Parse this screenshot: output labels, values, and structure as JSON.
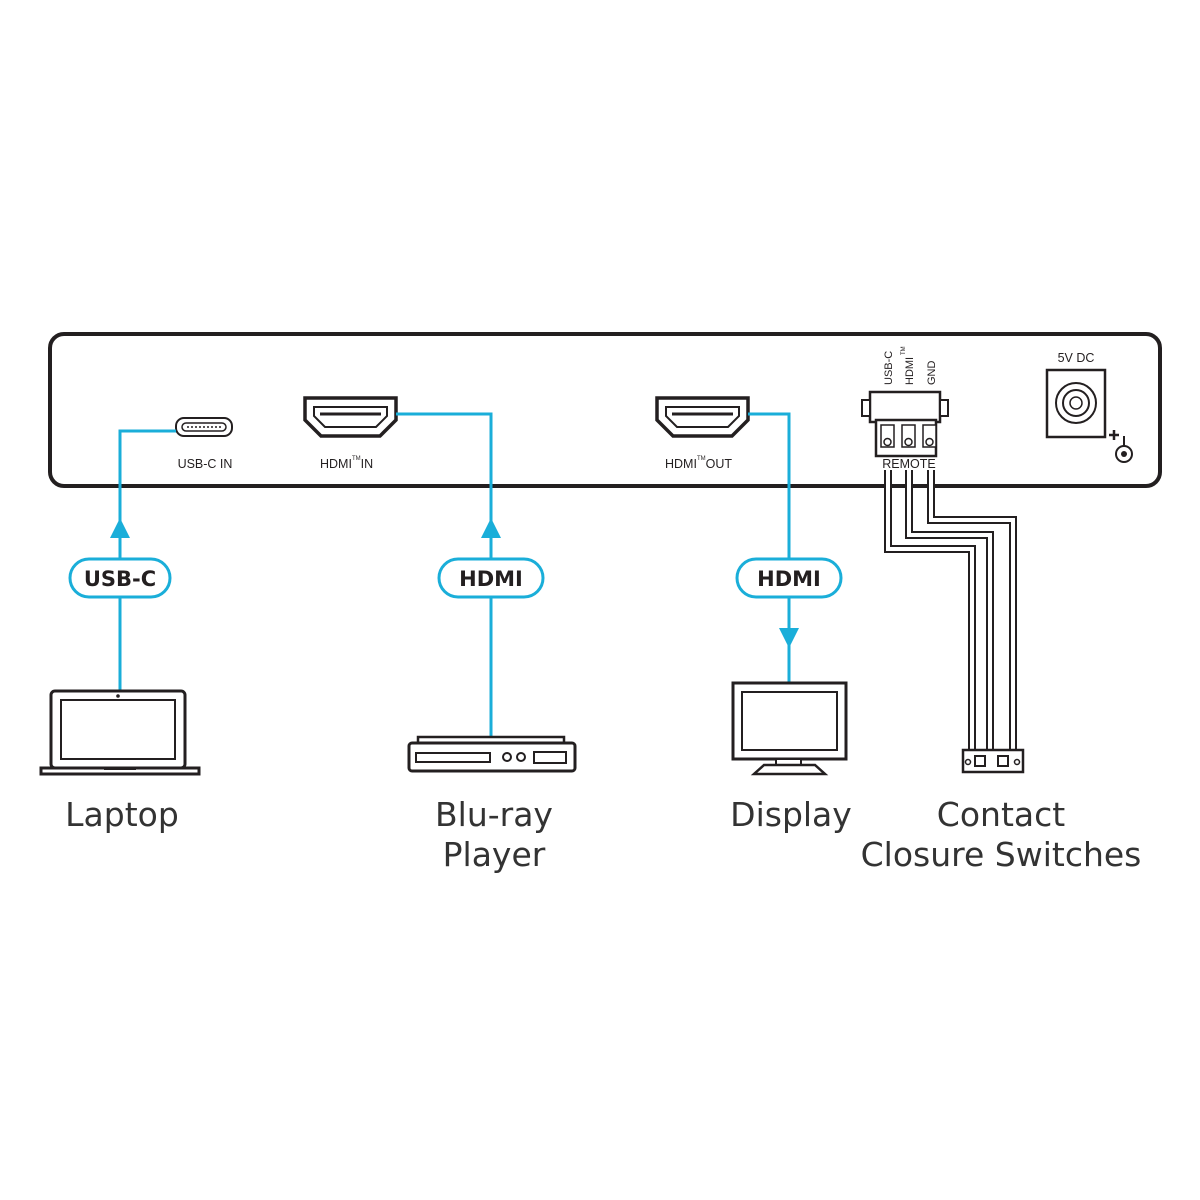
{
  "panel": {
    "usbc_in": "USB-C IN",
    "hdmi_in_prefix": "HDMI",
    "hdmi_in_suffix": "IN",
    "hdmi_out_prefix": "HDMI",
    "hdmi_out_suffix": "OUT",
    "trademark": "TM",
    "remote": "REMOTE",
    "remote_pins": [
      "USB-C",
      "HDMI",
      "GND"
    ],
    "power": "5V DC"
  },
  "connections": {
    "usbc": "USB-C",
    "hdmi_in": "HDMI",
    "hdmi_out": "HDMI"
  },
  "devices": {
    "laptop": [
      "Laptop"
    ],
    "bluray": [
      "Blu-ray",
      "Player"
    ],
    "display": [
      "Display"
    ],
    "switches": [
      "Contact",
      "Closure Switches"
    ]
  },
  "colors": {
    "cable": "#1aaed9",
    "outline": "#231f20",
    "label": "#333333"
  }
}
